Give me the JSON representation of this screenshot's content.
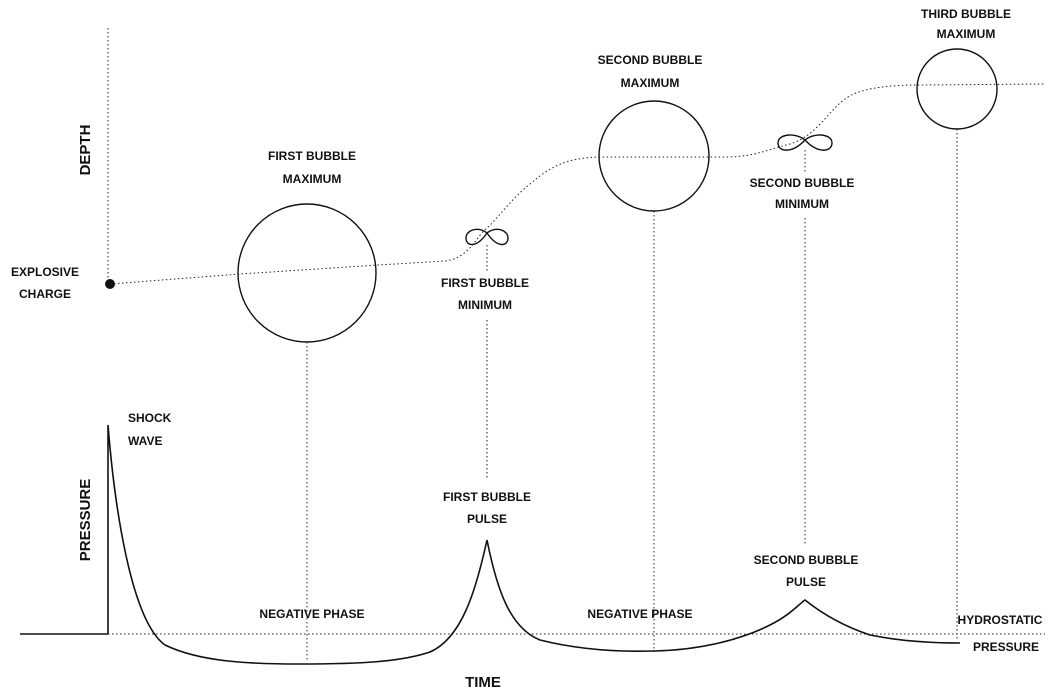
{
  "axes": {
    "depth_label": "DEPTH",
    "pressure_label": "PRESSURE",
    "time_label": "TIME"
  },
  "labels": {
    "explosive_charge": [
      "EXPLOSIVE",
      "CHARGE"
    ],
    "first_bubble_maximum": [
      "FIRST BUBBLE",
      "MAXIMUM"
    ],
    "first_bubble_minimum": [
      "FIRST BUBBLE",
      "MINIMUM"
    ],
    "second_bubble_maximum": [
      "SECOND BUBBLE",
      "MAXIMUM"
    ],
    "second_bubble_minimum": [
      "SECOND BUBBLE",
      "MINIMUM"
    ],
    "third_bubble_maximum": [
      "THIRD BUBBLE",
      "MAXIMUM"
    ],
    "shock_wave": [
      "SHOCK",
      "WAVE"
    ],
    "first_bubble_pulse": [
      "FIRST BUBBLE",
      "PULSE"
    ],
    "second_bubble_pulse": [
      "SECOND BUBBLE",
      "PULSE"
    ],
    "negative_phase_1": "NEGATIVE PHASE",
    "negative_phase_2": "NEGATIVE PHASE",
    "hydrostatic_pressure": [
      "HYDROSTATIC",
      "PRESSURE"
    ]
  },
  "colors": {
    "line": "#111111",
    "background": "#ffffff"
  }
}
